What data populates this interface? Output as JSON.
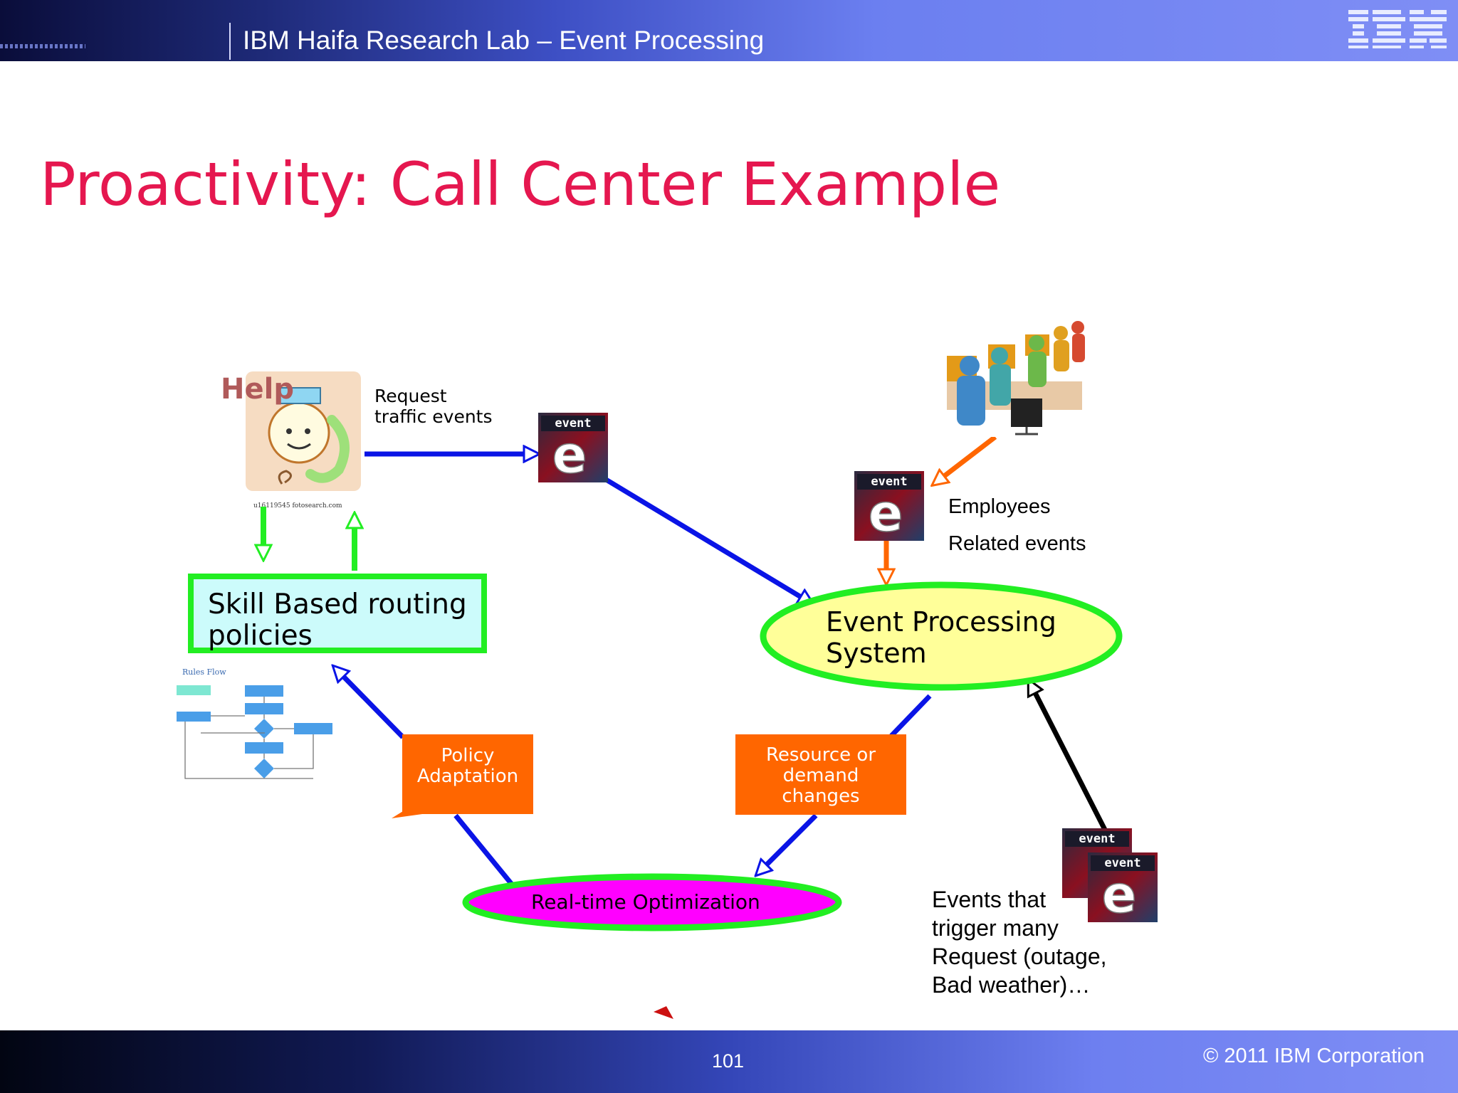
{
  "header": {
    "title": "IBM Haifa Research Lab – Event Processing",
    "logo": "IBM"
  },
  "slide": {
    "title": "Proactivity: Call Center Example"
  },
  "diagram": {
    "help_text": "Help",
    "help_caption": "u16119545 fotosearch.com",
    "request_label": "Request\ntraffic events",
    "skill_box": "Skill Based routing\npolicies",
    "rules_flow": "Rules Flow",
    "policy_box": "Policy\nAdaptation",
    "resource_box": "Resource or\ndemand\nchanges",
    "eps": "Event Processing\nSystem",
    "rto": "Real-time Optimization",
    "employees_1": "Employees",
    "employees_2": "Related events",
    "trigger_text": "Events that\ntrigger many\nRequest (outage,\nBad weather)…",
    "event_icon_word": "event",
    "event_icon_letter": "e"
  },
  "colors": {
    "title": "#e5174f",
    "blue_arrow": "#0a14e6",
    "green_arrow": "#22ee22",
    "orange_arrow": "#ff6600",
    "eps_fill": "#ffff99",
    "rto_fill": "#ff00ff"
  },
  "footer": {
    "page": "101",
    "copyright": "© 2011 IBM Corporation"
  }
}
